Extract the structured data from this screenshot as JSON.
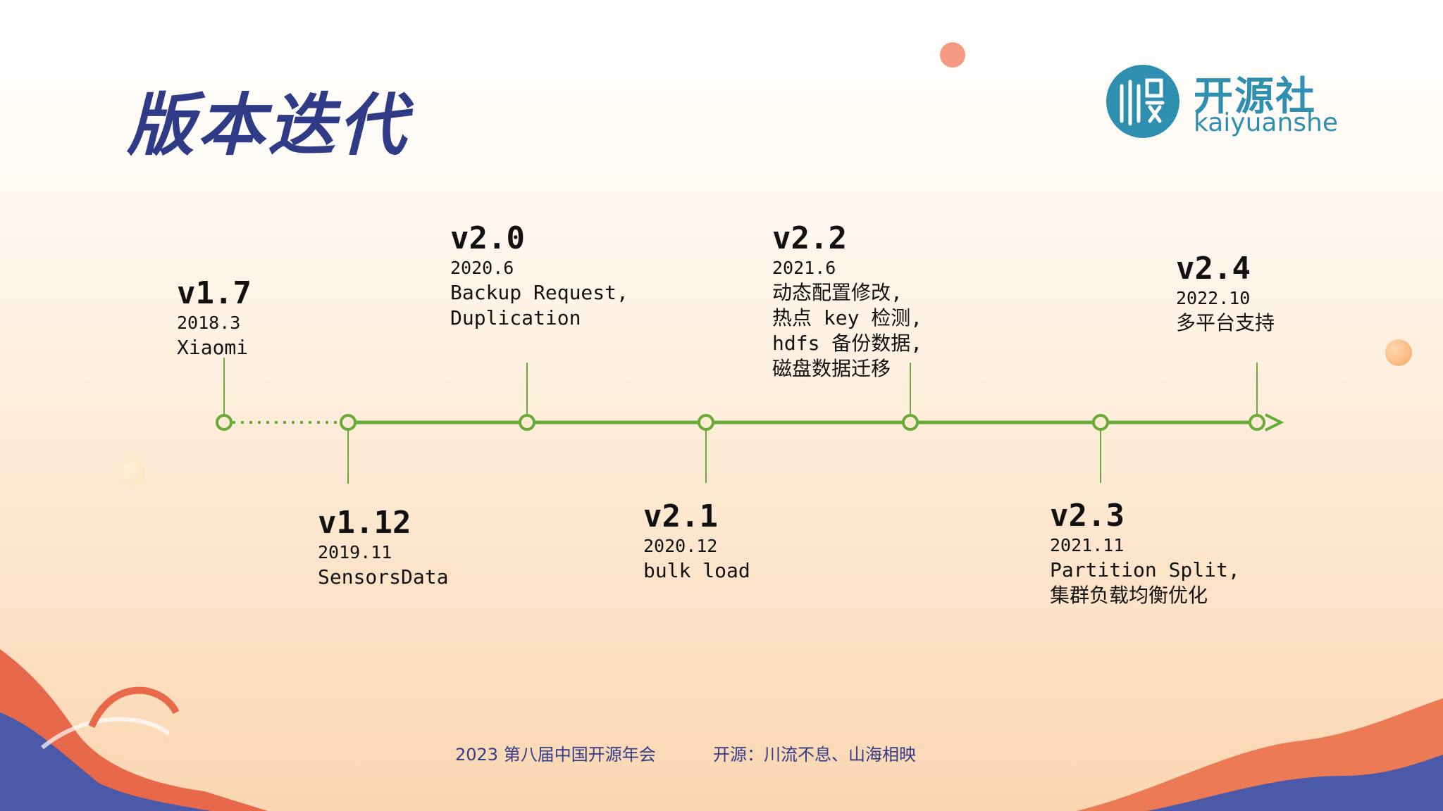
{
  "slide": {
    "title": "版本迭代",
    "logo": {
      "cn": "开源社",
      "en": "kaiyuanshe"
    },
    "versions": [
      {
        "name": "v1.7",
        "date": "2018.3",
        "desc": "Xiaomi"
      },
      {
        "name": "v1.12",
        "date": "2019.11",
        "desc": "SensorsData"
      },
      {
        "name": "v2.0",
        "date": "2020.6",
        "desc": "Backup Request,\nDuplication"
      },
      {
        "name": "v2.1",
        "date": "2020.12",
        "desc": "bulk load"
      },
      {
        "name": "v2.2",
        "date": "2021.6",
        "desc": "动态配置修改,\n热点 key 检测,\nhdfs 备份数据,\n磁盘数据迁移"
      },
      {
        "name": "v2.3",
        "date": "2021.11",
        "desc": "Partition Split,\n集群负载均衡优化"
      },
      {
        "name": "v2.4",
        "date": "2022.10",
        "desc": "多平台支持"
      }
    ],
    "footer": {
      "left": "2023 第八届中国开源年会",
      "right": "开源：川流不息、山海相映"
    },
    "colors": {
      "accent": "#6aaa3a",
      "title": "#2f3b86",
      "logo": "#2f8fb0"
    }
  }
}
